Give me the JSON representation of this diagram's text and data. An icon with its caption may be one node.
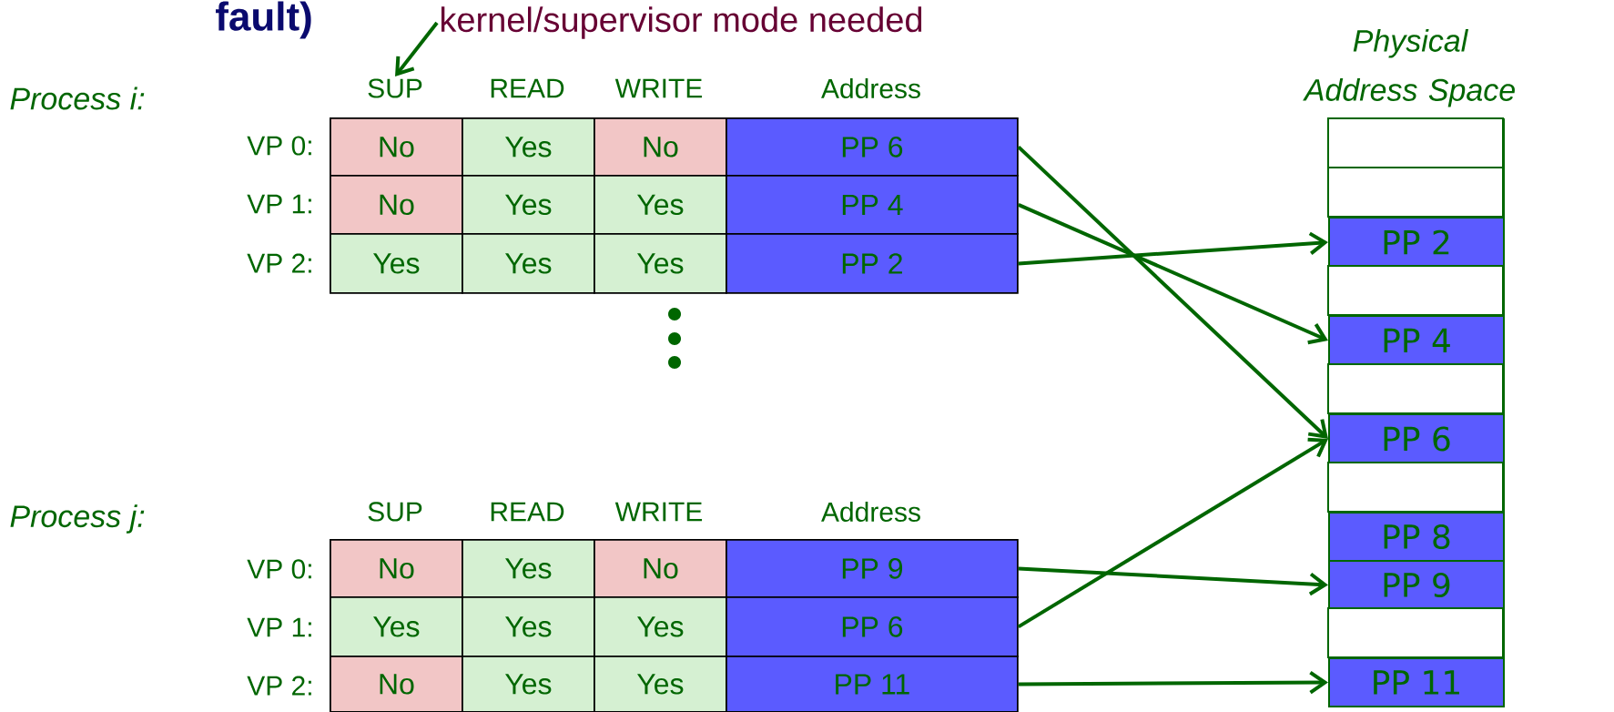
{
  "diagram": {
    "nodes": [
      {
        "text": [
          "kernel/supervisor mode needed"
        ]
      },
      {
        "text": [
          "No"
        ]
      },
      {
        "text": [
          "Yes"
        ]
      },
      {
        "text": [
          "No"
        ]
      },
      {
        "text": [
          "PP 6"
        ]
      },
      {
        "text": [
          "No"
        ]
      },
      {
        "text": [
          "Yes"
        ]
      },
      {
        "text": [
          "Yes"
        ]
      },
      {
        "text": [
          "PP 4"
        ]
      },
      {
        "text": [
          "Yes"
        ]
      },
      {
        "text": [
          "Yes"
        ]
      },
      {
        "text": [
          "Yes"
        ]
      },
      {
        "text": [
          "PP 2"
        ]
      },
      {
        "text": [
          "No"
        ]
      },
      {
        "text": [
          "Yes"
        ]
      },
      {
        "text": [
          "No"
        ]
      },
      {
        "text": [
          "PP 9"
        ]
      },
      {
        "text": [
          "Yes"
        ]
      },
      {
        "text": [
          "Yes"
        ]
      },
      {
        "text": [
          "Yes"
        ]
      },
      {
        "text": [
          "PP 6"
        ]
      },
      {
        "text": [
          "No"
        ]
      },
      {
        "text": [
          "Yes"
        ]
      },
      {
        "text": [
          "Yes"
        ]
      },
      {
        "text": [
          "PP 11"
        ]
      },
      {
        "text": [
          "Physical Address Space"
        ]
      },
      {
        "text": [],
        "shape": "box",
        "in": 25
      },
      {
        "text": [],
        "shape": "box",
        "in": 25
      },
      {
        "text": [
          "PP 2"
        ],
        "in": 25
      },
      {
        "text": [],
        "shape": "box",
        "in": 25
      },
      {
        "text": [
          "PP 4"
        ],
        "in": 25
      },
      {
        "text": [],
        "shape": "box",
        "in": 25
      },
      {
        "text": [
          "PP 6"
        ],
        "in": 25
      },
      {
        "text": [],
        "shape": "box",
        "in": 25
      },
      {
        "text": [
          "PP 8"
        ],
        "in": 25
      },
      {
        "text": [
          "PP 9"
        ],
        "in": 25
      },
      {
        "text": [],
        "shape": "box",
        "in": 25
      },
      {
        "text": [
          "PP 11"
        ],
        "in": 25
      },
      {
        "text": [
          "SUP"
        ]
      }
    ],
    "edges": [
      {
        "from": 0,
        "to": 38,
        "arrow": "to"
      },
      {
        "from": 4,
        "to": 32,
        "arrow": "to"
      },
      {
        "from": 8,
        "to": 30,
        "arrow": "to"
      },
      {
        "from": 12,
        "to": 28,
        "arrow": "to"
      },
      {
        "from": 16,
        "to": 35,
        "arrow": "to"
      },
      {
        "from": 20,
        "to": 32,
        "arrow": "to"
      },
      {
        "from": 24,
        "to": 37,
        "arrow": "to"
      }
    ],
    "labels": [
      "fault)",
      "Process i:",
      "READ",
      "WRITE",
      "Address",
      "VP 0:",
      "VP 1:",
      "VP 2:",
      "Process j:",
      "SUP",
      "READ",
      "WRITE",
      "Address",
      "VP 0:",
      "VP 1:",
      "VP 2:"
    ]
  }
}
